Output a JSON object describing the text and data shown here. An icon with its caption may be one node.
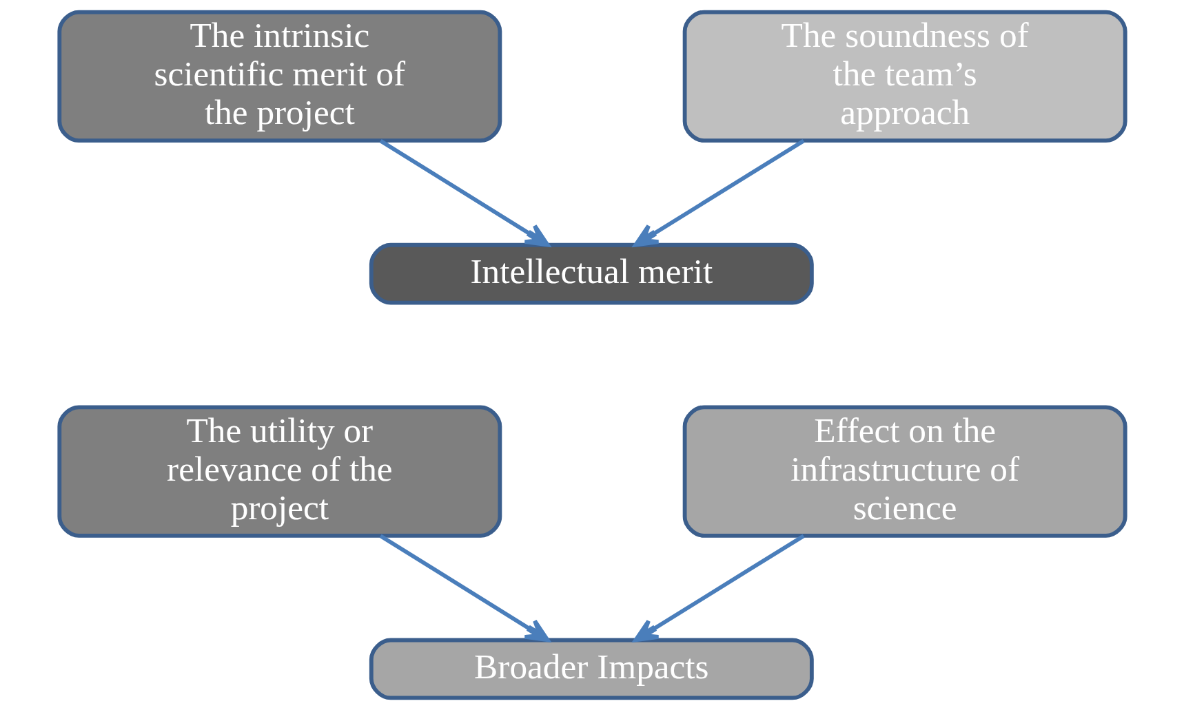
{
  "diagram": {
    "nodes": [
      {
        "text": [
          "The intrinsic scientific merit of the project"
        ]
      },
      {
        "text": [
          "The soundness of the team’s approach"
        ]
      },
      {
        "text": [
          "Intellectual merit"
        ]
      },
      {
        "text": [
          "The utility or relevance of the project"
        ]
      },
      {
        "text": [
          "Effect on the infrastructure of science"
        ]
      },
      {
        "text": [
          "Broader Impacts"
        ]
      }
    ],
    "edges": [
      {
        "from": 0,
        "to": 2,
        "arrow": "to"
      },
      {
        "from": 1,
        "to": 2,
        "arrow": "to"
      },
      {
        "from": 3,
        "to": 5,
        "arrow": "to"
      },
      {
        "from": 4,
        "to": 5,
        "arrow": "to"
      }
    ]
  }
}
